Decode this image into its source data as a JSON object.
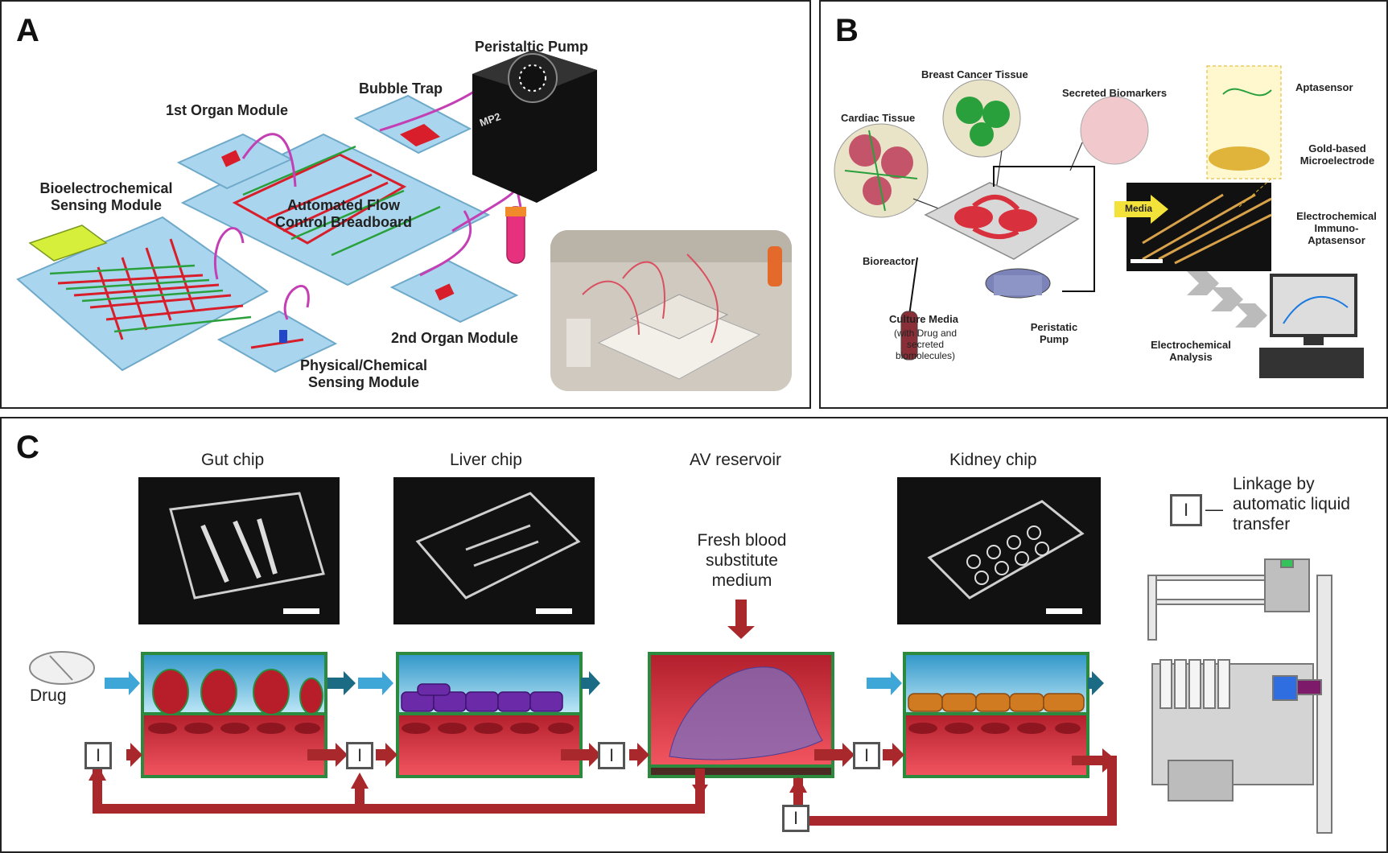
{
  "panel_a": {
    "letter": "A",
    "labels": {
      "peristaltic_pump": "Peristaltic Pump",
      "bubble_trap": "Bubble Trap",
      "organ1": "1st Organ Module",
      "bioelectro": "Bioelectrochemical Sensing Module",
      "flow_control": "Automated Flow Control Breadboard",
      "organ2": "2nd Organ Module",
      "physchem": "Physical/Chemical Sensing Module",
      "pump_brand": "MP2"
    }
  },
  "panel_b": {
    "letter": "B",
    "labels": {
      "breast_cancer": "Breast Cancer Tissue",
      "cardiac": "Cardiac Tissue",
      "biomarkers": "Secreted Biomarkers",
      "aptasensor": "Aptasensor",
      "microelectrode": "Gold-based Microelectrode",
      "bioreactor": "Bioreactor",
      "media": "Media",
      "immuno": "Electrochemical Immuno-Aptasensor",
      "culture_media_title": "Culture Media",
      "culture_media_sub": "(with Drug and secreted biomolecules)",
      "pump": "Peristatic Pump",
      "analysis": "Electrochemical Analysis"
    }
  },
  "panel_c": {
    "letter": "C",
    "labels": {
      "gut": "Gut chip",
      "liver": "Liver chip",
      "av": "AV reservoir",
      "kidney": "Kidney chip",
      "fresh": "Fresh blood substitute medium",
      "drug": "Drug",
      "linkage": "Linkage by automatic liquid transfer",
      "i_symbol": "I"
    }
  },
  "colors": {
    "chip_blue": "#a9d6ee",
    "channel_red": "#d81e2a",
    "channel_green": "#2aa03c",
    "tube_magenta": "#c43fb4",
    "arrow_red": "#a8282c",
    "arrow_blue": "#3fa6d8",
    "box_green": "#2b8a3e"
  }
}
